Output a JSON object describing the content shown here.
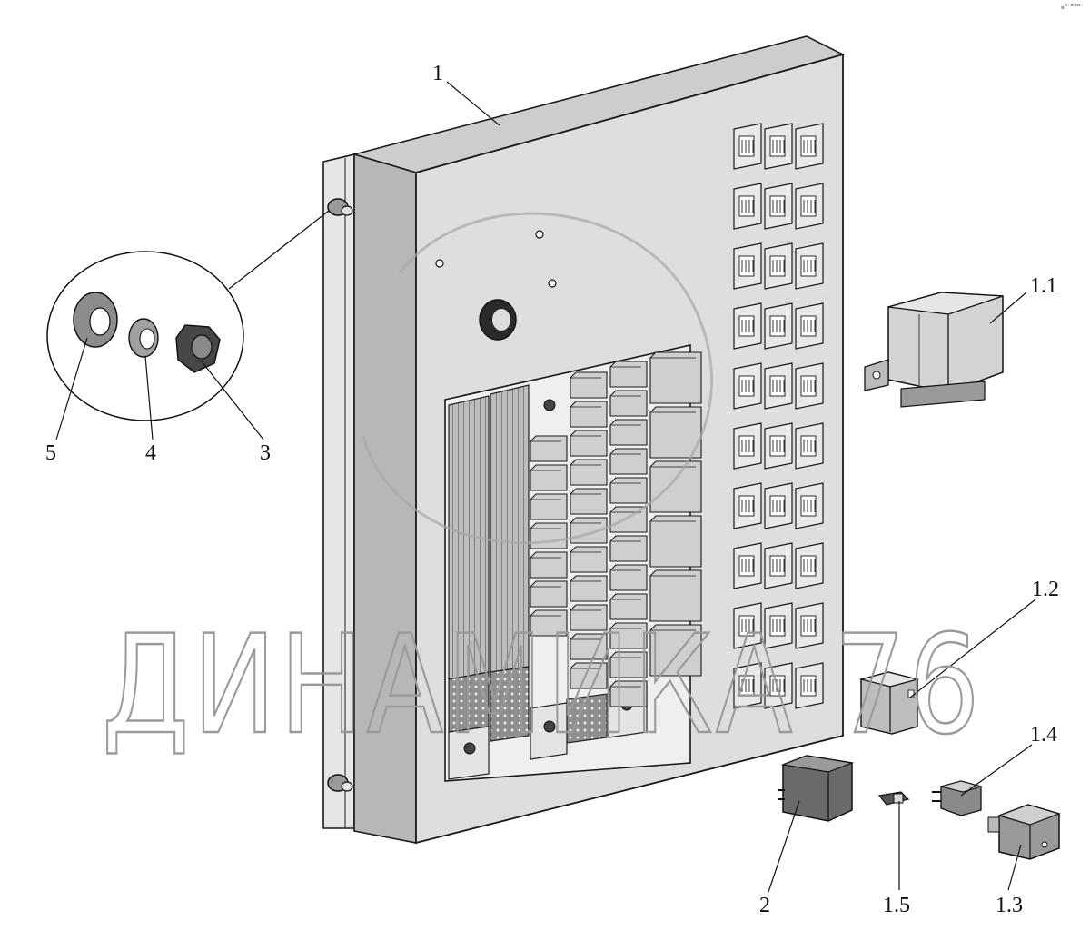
{
  "watermark": "ДИНАМИКА 76",
  "corner_mark": "ₔᵉ ᵒᵒᵒ",
  "colors": {
    "panel_face": "#dcdcdc",
    "panel_side": "#b4b4b4",
    "panel_top": "#c8c8c8",
    "component": "#cfcfcf",
    "dark": "#3c3c3c",
    "outline": "#1a1a1a"
  },
  "labels": {
    "l1": "1",
    "l1_1": "1.1",
    "l1_2": "1.2",
    "l1_3": "1.3",
    "l1_4": "1.4",
    "l1_5": "1.5",
    "l2": "2",
    "l3": "3",
    "l4": "4",
    "l5": "5"
  }
}
